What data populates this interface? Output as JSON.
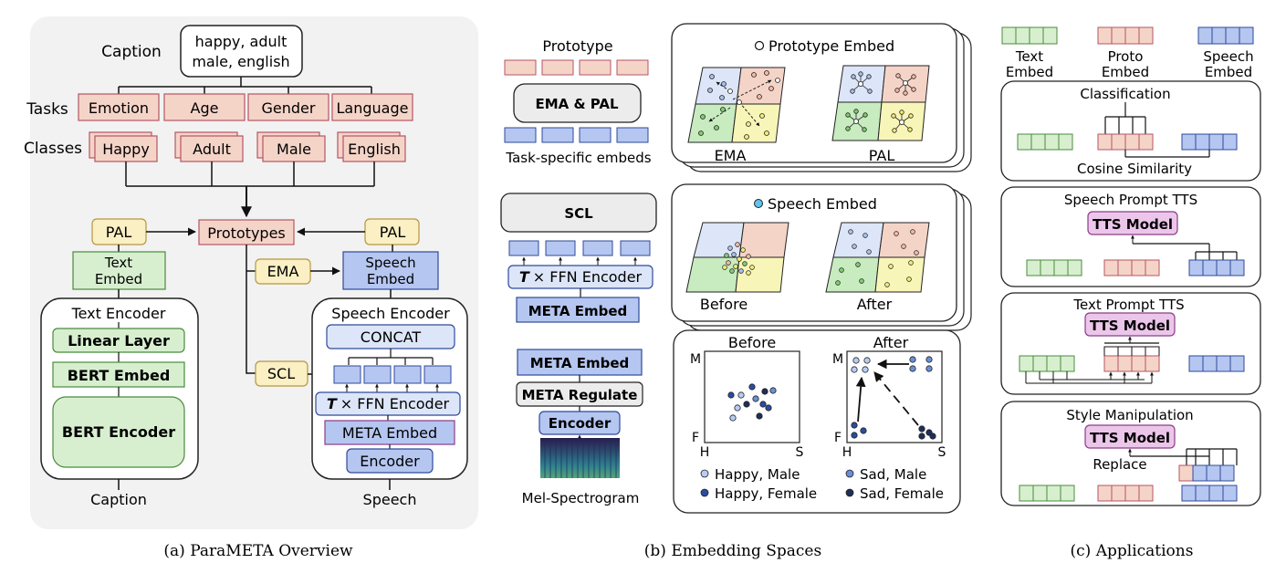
{
  "colors": {
    "pink": "#f5d4c8",
    "pink_stroke": "#b55563",
    "green": "#d7efcf",
    "green_stroke": "#4a8b3d",
    "blue": "#b5c6f0",
    "blue_stroke": "#2f4a9a",
    "yellow": "#fbefc4",
    "yellow_stroke": "#b59740",
    "purple": "#ecc6ea",
    "purple_stroke": "#8a3d88",
    "gray": "#ececec",
    "lightblue": "#dde6f8"
  },
  "panel_a": {
    "caption": "(a) ParaMETA Overview",
    "caption_row_label": "Caption",
    "caption_text": [
      "happy, adult",
      "male, english"
    ],
    "tasks_label": "Tasks",
    "tasks": [
      "Emotion",
      "Age",
      "Gender",
      "Language"
    ],
    "classes_label": "Classes",
    "classes": [
      "Happy",
      "Adult",
      "Male",
      "English"
    ],
    "prototypes": "Prototypes",
    "pal": "PAL",
    "ema": "EMA",
    "scl": "SCL",
    "text_embed": [
      "Text",
      "Embed"
    ],
    "speech_embed": [
      "Speech",
      "Embed"
    ],
    "text_encoder": {
      "title": "Text Encoder",
      "linear": "Linear Layer",
      "bert_embed": "BERT Embed",
      "bert_encoder": "BERT Encoder",
      "input": "Caption"
    },
    "speech_encoder": {
      "title": "Speech Encoder",
      "concat": "CONCAT",
      "ffn_t": "T",
      "ffn_rest": "× FFN Encoder",
      "meta_embed": "META Embed",
      "encoder": "Encoder",
      "input": "Speech"
    }
  },
  "panel_b": {
    "caption": "(b) Embedding Spaces",
    "prototype_label": "Prototype",
    "ema_pal": "EMA & PAL",
    "task_specific": "Task-specific embeds",
    "proto_legend": "Prototype Embed",
    "ema_label": "EMA",
    "pal_label": "PAL",
    "scl": "SCL",
    "ffn_t": "T",
    "ffn_rest": "× FFN Encoder",
    "meta_embed": "META Embed",
    "meta_embed2": "META Embed",
    "meta_regulate": "META Regulate",
    "encoder": "Encoder",
    "mel": "Mel-Spectrogram",
    "speech_legend": "Speech Embed",
    "before": "Before",
    "after": "After",
    "axes": {
      "m": "M",
      "f": "F",
      "h": "H",
      "s": "S"
    },
    "legend": [
      "Happy, Male",
      "Happy, Female",
      "Sad, Male",
      "Sad, Female"
    ]
  },
  "panel_c": {
    "caption": "(c) Applications",
    "legend": {
      "text": [
        "Text",
        "Embed"
      ],
      "proto": [
        "Proto",
        "Embed"
      ],
      "speech": [
        "Speech",
        "Embed"
      ]
    },
    "classification": "Classification",
    "cosine": "Cosine Similarity",
    "speech_prompt": "Speech Prompt TTS",
    "text_prompt": "Text Prompt TTS",
    "style": "Style Manipulation",
    "tts_model": "TTS Model",
    "replace": "Replace"
  }
}
